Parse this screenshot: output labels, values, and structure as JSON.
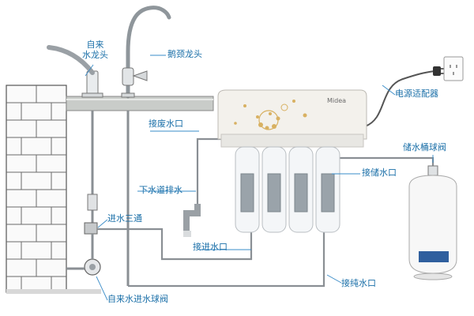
{
  "brand": "Midea",
  "colors": {
    "label": "#1a6fa8",
    "leader": "#3a8cc8",
    "pipe": "#8a8f94",
    "brick": "#6b6b6b",
    "counter": "#c9ccc9",
    "filter_body": "#f4f6f8",
    "filter_core": "#9aa3aa"
  },
  "labels": {
    "tap_line1": "自来",
    "tap_line2": "水龙头",
    "gooseneck_faucet": "鹅颈龙头",
    "power_adapter": "电源适配器",
    "waste_port": "接废水口",
    "tank_valve": "储水桶球阀",
    "tank_port": "接储水口",
    "drain": "下水道排水",
    "tee": "进水三通",
    "inlet_port": "接进水口",
    "pure_port": "接纯水口",
    "inlet_valve": "自来水进水球阀"
  }
}
